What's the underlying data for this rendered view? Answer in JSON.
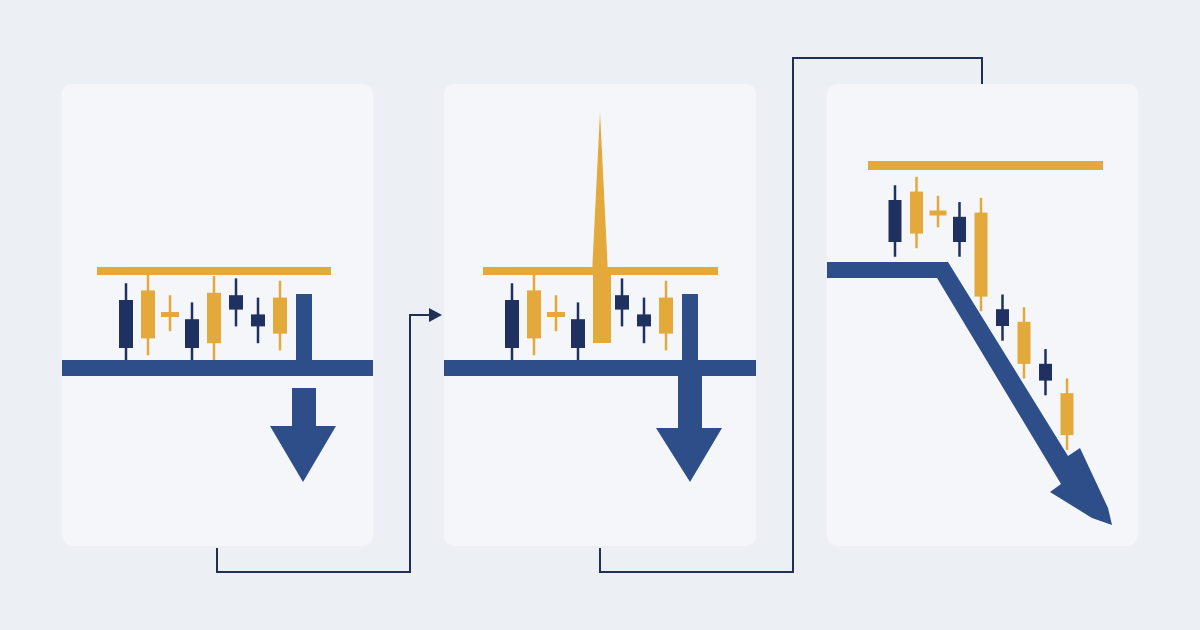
{
  "colors": {
    "background": "#eceff4",
    "panel": "#f4f6f9",
    "navy": "#1e3160",
    "navy_dark": "#1a2a50",
    "gold": "#e3a93a",
    "blue_level": "#2d4e89",
    "connector": "#203055"
  },
  "panels": [
    {
      "id": "range-breakdown",
      "candles": [
        {
          "color": "navy",
          "dir": "down",
          "open": 0.0,
          "close": -1.0
        },
        {
          "color": "gold",
          "dir": "up",
          "open": -0.8,
          "close": 0.2
        },
        {
          "color": "gold",
          "dir": "doji",
          "open": -0.3,
          "close": -0.25
        },
        {
          "color": "navy",
          "dir": "down",
          "open": -0.4,
          "close": -1.0
        },
        {
          "color": "gold",
          "dir": "up",
          "open": -0.9,
          "close": 0.15
        },
        {
          "color": "navy",
          "dir": "down",
          "open": 0.1,
          "close": -0.2
        },
        {
          "color": "navy",
          "dir": "down",
          "open": -0.3,
          "close": -0.55
        },
        {
          "color": "gold",
          "dir": "up",
          "open": -0.7,
          "close": 0.05
        }
      ],
      "arrow": "down"
    },
    {
      "id": "false-breakout-spike",
      "candles": [
        {
          "color": "navy",
          "dir": "down",
          "open": 0.0,
          "close": -1.0
        },
        {
          "color": "gold",
          "dir": "up",
          "open": -0.8,
          "close": 0.2
        },
        {
          "color": "gold",
          "dir": "doji",
          "open": -0.3,
          "close": -0.25
        },
        {
          "color": "navy",
          "dir": "down",
          "open": -0.4,
          "close": -1.0
        },
        {
          "color": "gold",
          "dir": "spike",
          "open": -1.0,
          "close": 3.0
        },
        {
          "color": "navy",
          "dir": "down",
          "open": 0.1,
          "close": -0.2
        },
        {
          "color": "navy",
          "dir": "down",
          "open": -0.3,
          "close": -0.55
        },
        {
          "color": "gold",
          "dir": "up",
          "open": -0.7,
          "close": 0.05
        }
      ],
      "arrow": "down"
    },
    {
      "id": "trend-continuation",
      "candles": [
        {
          "color": "navy",
          "dir": "down",
          "open": 0.0,
          "close": -1.0
        },
        {
          "color": "gold",
          "dir": "up",
          "open": -0.8,
          "close": 0.2
        },
        {
          "color": "gold",
          "dir": "doji",
          "open": -0.3,
          "close": -0.25
        },
        {
          "color": "navy",
          "dir": "down",
          "open": -0.4,
          "close": -1.0
        },
        {
          "color": "gold",
          "dir": "up",
          "open": -2.3,
          "close": -0.3
        },
        {
          "color": "navy",
          "dir": "down",
          "open": -2.6,
          "close": -3.0
        },
        {
          "color": "gold",
          "dir": "up",
          "open": -3.9,
          "close": -2.9
        },
        {
          "color": "navy",
          "dir": "down",
          "open": -3.9,
          "close": -4.3
        },
        {
          "color": "gold",
          "dir": "up",
          "open": -5.6,
          "close": -4.6
        }
      ],
      "arrow": "down-diagonal"
    }
  ],
  "icons": {
    "flow_arrow": "arrow-right-icon",
    "drop_arrow": "arrow-down-icon",
    "trend_arrow": "arrow-down-right-icon"
  }
}
